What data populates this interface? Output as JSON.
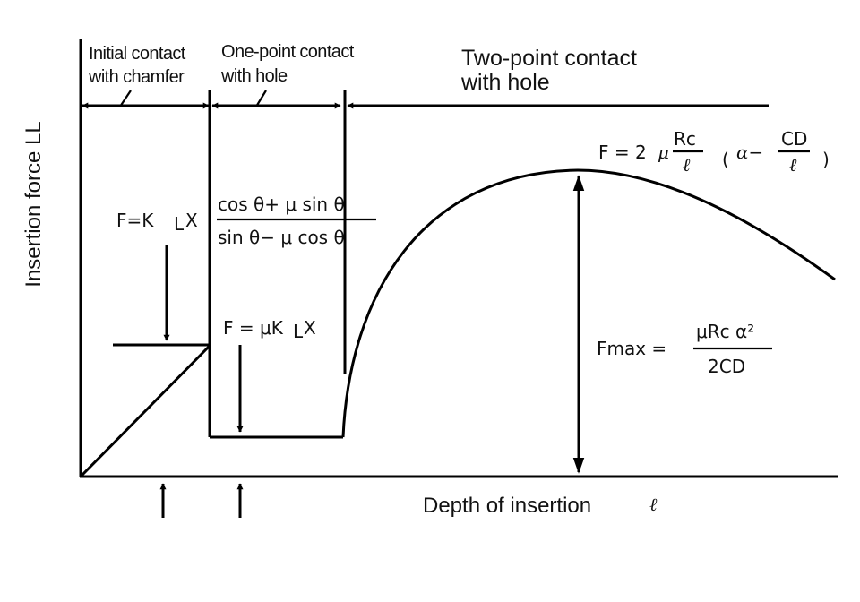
{
  "labels": {
    "y_axis": "Insertion force LL",
    "x_axis": "Depth of insertion",
    "x_axis_symbol": "ℓ",
    "phase1_line1": "Initial contact",
    "phase1_line2": "with chamfer",
    "phase2_line1": "One-point contact",
    "phase2_line2": "with hole",
    "phase3_line1": "Two-point contact",
    "phase3_line2": "with hole"
  },
  "equations": {
    "spring": {
      "lhs": "F=K",
      "sub": "L",
      "var": "X",
      "num": "cos θ+ μ sin θ",
      "den": "sin θ− μ cos θ"
    },
    "friction": {
      "text": "F = μK",
      "sub": "L",
      "var": "X"
    },
    "two_point": {
      "lhs": "F = 2",
      "mu": "μ",
      "num": "Rc",
      "den": "ℓ",
      "paren_open": "(",
      "alpha": "α−",
      "inner_num": "CD",
      "inner_den": "ℓ",
      "paren_close": ")"
    },
    "fmax": {
      "lhs": "Fmax =",
      "num": "μRc α²",
      "den": "2CD"
    }
  }
}
